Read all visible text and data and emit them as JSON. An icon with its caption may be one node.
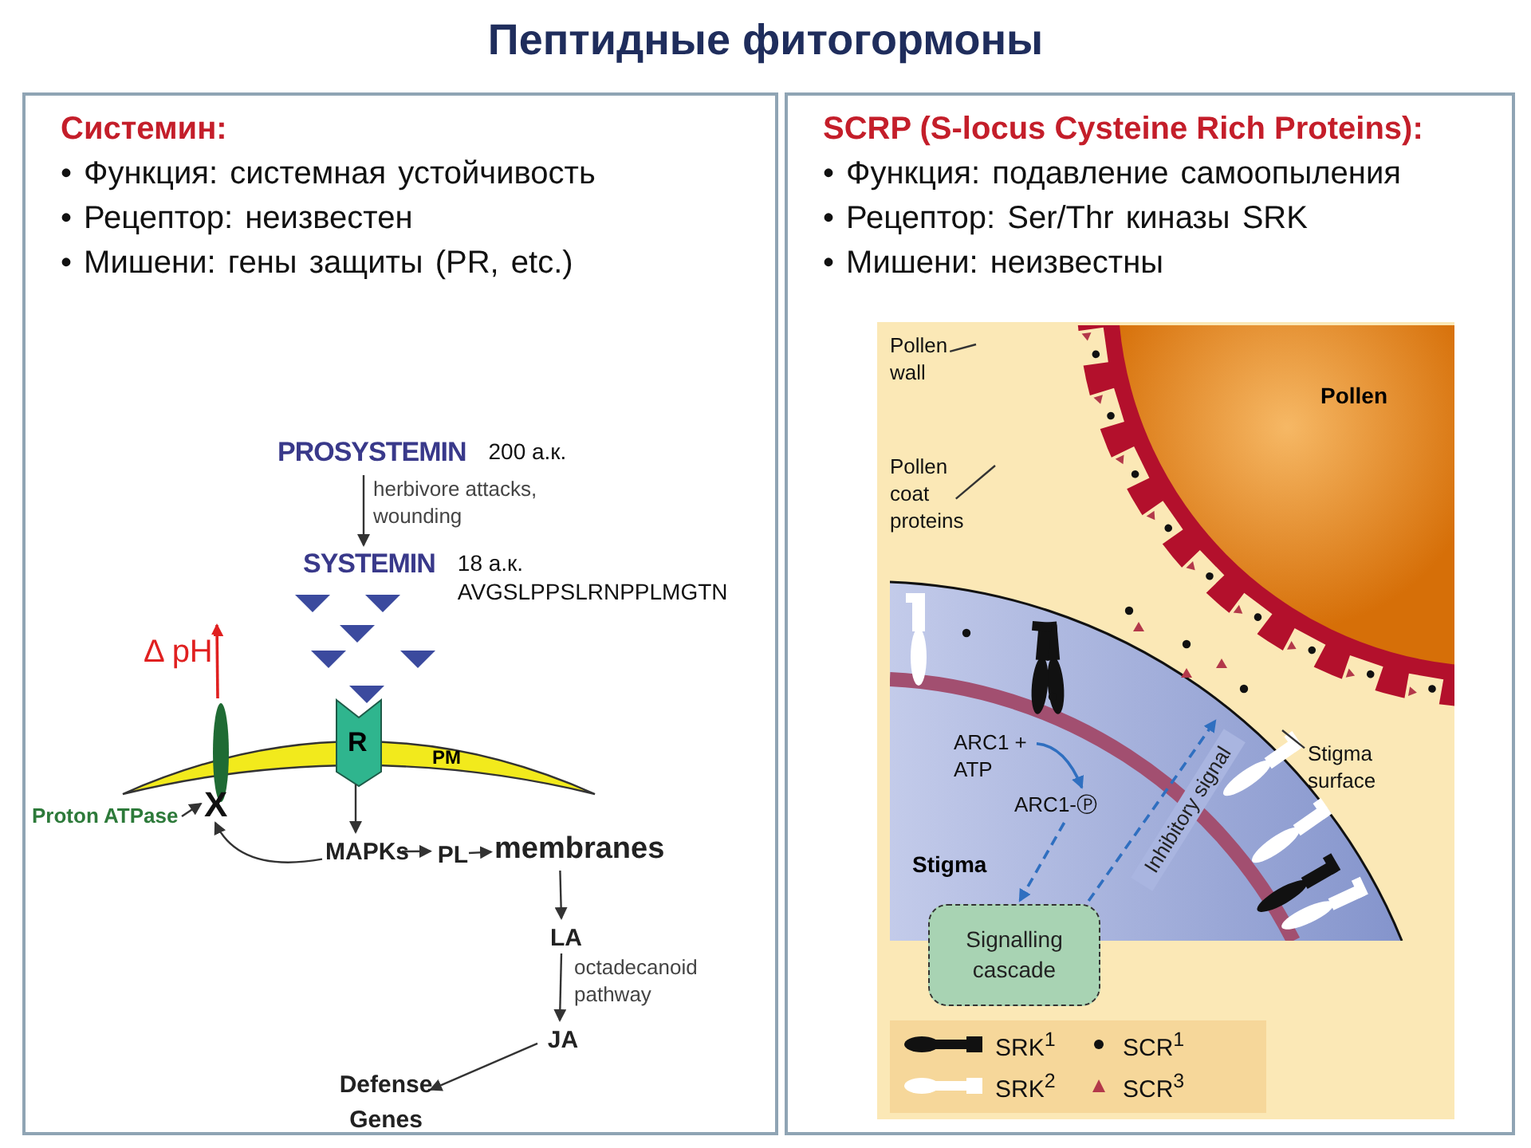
{
  "diagram": {
    "title": "Пептидные фитогормоны",
    "nodes": [
      {
        "text": [
          "Системин:",
          "• Функция: системная устойчивость",
          "• Рецептор: неизвестен",
          "• Мишени: гены защиты (PR, etc.)"
        ]
      },
      {
        "text": [
          "SCRP (S-locus Cysteine Rich Proteins):",
          "• Функция: подавление самоопыления",
          "• Рецептор: Ser/Thr киназы SRK",
          "• Мишени: неизвестны"
        ]
      },
      {
        "text": [
          "PROSYSTEMIN"
        ],
        "beside": [
          "200 а.к."
        ],
        "in": 0
      },
      {
        "text": [
          "SYSTEMIN"
        ],
        "beside": [
          "18 а.к. AVGSLPPSLRNPPLMGTN"
        ],
        "in": 0
      },
      {
        "text": [
          "PM"
        ],
        "in": 0
      },
      {
        "text": [
          "R"
        ],
        "in": 0
      },
      {
        "text": [],
        "shape": "ellipse",
        "in": 0
      },
      {
        "text": [
          "Proton ATPase"
        ],
        "in": 0
      },
      {
        "text": [
          "X"
        ],
        "in": 0
      },
      {
        "text": [
          "MAPKs"
        ],
        "in": 0
      },
      {
        "text": [
          "PL"
        ],
        "in": 0
      },
      {
        "text": [
          "membranes"
        ],
        "in": 0
      },
      {
        "text": [
          "LA"
        ],
        "in": 0
      },
      {
        "text": [
          "JA"
        ],
        "in": 0
      },
      {
        "text": [
          "Defense Genes"
        ],
        "in": 0
      },
      {
        "text": [
          "Pollen wall"
        ],
        "in": 1
      },
      {
        "text": [
          "Pollen"
        ],
        "in": 1
      },
      {
        "text": [
          "Pollen coat proteins"
        ],
        "in": 1
      },
      {
        "text": [
          "Stigma surface"
        ],
        "in": 1
      },
      {
        "text": [
          "Stigma"
        ],
        "in": 1
      },
      {
        "text": [
          "ARC1 + ATP"
        ],
        "in": 19
      },
      {
        "text": [
          "ARC1-Ⓟ"
        ],
        "in": 19
      },
      {
        "text": [
          "Signalling cascade"
        ],
        "in": 1
      }
    ],
    "edges": [
      {
        "from": 2,
        "to": 3,
        "arrow": "to",
        "label": "herbivore attacks, wounding"
      },
      {
        "from": 6,
        "to": null,
        "arrow": "to",
        "color": "#e02020",
        "label": "Δ pH"
      },
      {
        "from": 5,
        "to": 9,
        "arrow": "to"
      },
      {
        "from": 9,
        "to": 10,
        "arrow": "to"
      },
      {
        "from": 10,
        "to": 11,
        "arrow": "to"
      },
      {
        "from": 11,
        "to": 12,
        "arrow": "to"
      },
      {
        "from": 12,
        "to": 13,
        "arrow": "to",
        "label": "octadecanoid pathway"
      },
      {
        "from": 13,
        "to": 14,
        "arrow": "to"
      },
      {
        "from": 9,
        "to": 8,
        "arrow": "to"
      },
      {
        "from": 7,
        "to": 8,
        "arrow": "to"
      },
      {
        "from": 15,
        "to": null,
        "arrow": "none"
      },
      {
        "from": 17,
        "to": null,
        "arrow": "none"
      },
      {
        "from": 18,
        "to": null,
        "arrow": "none"
      },
      {
        "from": 20,
        "to": 21,
        "arrow": "to",
        "color": "#2f6fc0"
      },
      {
        "from": 21,
        "to": 22,
        "arrow": "to",
        "style": "dashed",
        "color": "#2f6fc0"
      },
      {
        "from": 22,
        "to": 19,
        "arrow": "to",
        "style": "dashed",
        "color": "#2f6fc0",
        "label": "Inhibitory signal"
      }
    ],
    "legend": [
      {
        "text": "SRK$^{1}$"
      },
      {
        "text": "SCR$^{1}$"
      },
      {
        "text": "SRK$^{2}$"
      },
      {
        "text": "SCR$^{3}$"
      }
    ]
  }
}
